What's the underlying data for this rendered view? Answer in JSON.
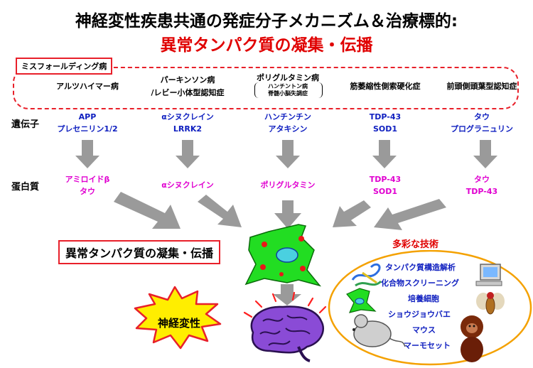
{
  "title": {
    "line1": "神経変性疾患共通の発症分子メカニズム＆治療標的:",
    "line2": "異常タンパク質の凝集・伝播"
  },
  "misfolding_label": "ミスフォールディング病",
  "diseases": [
    {
      "name": "アルツハイマー病",
      "name2": "",
      "sub1": "",
      "sub2": "",
      "genes": [
        "APP",
        "プレセニリン1/2"
      ],
      "proteins": [
        "アミロイドβ",
        "タウ"
      ]
    },
    {
      "name": "パーキンソン病",
      "name2": "/レビー小体型認知症",
      "sub1": "",
      "sub2": "",
      "genes": [
        "αシヌクレイン",
        "LRRK2"
      ],
      "proteins": [
        "αシヌクレイン",
        ""
      ]
    },
    {
      "name": "ポリグルタミン病",
      "name2": "",
      "sub1": "ハンチントン病",
      "sub2": "脊髄小脳失調症",
      "genes": [
        "ハンチンチン",
        "アタキシン"
      ],
      "proteins": [
        "ポリグルタミン",
        ""
      ]
    },
    {
      "name": "筋萎縮性側索硬化症",
      "name2": "",
      "sub1": "",
      "sub2": "",
      "genes": [
        "TDP-43",
        "SOD1"
      ],
      "proteins": [
        "TDP-43",
        "SOD1"
      ]
    },
    {
      "name": "前頭側頭葉型認知症",
      "name2": "",
      "sub1": "",
      "sub2": "",
      "genes": [
        "タウ",
        "プログラニュリン"
      ],
      "proteins": [
        "タウ",
        "TDP-43"
      ]
    }
  ],
  "row_labels": {
    "genes": "遺伝子",
    "proteins": "蛋白質"
  },
  "aggregation_label": "異常タンパク質の凝集・伝播",
  "neuro_label": "神経変性",
  "technologies": {
    "heading": "多彩な技術",
    "items": [
      "タンパク質構造解析",
      "化合物スクリーニング",
      "培養細胞",
      "ショウジョウバエ",
      "マウス",
      "マーモセット"
    ]
  },
  "colors": {
    "title_red": "#e00000",
    "gene_blue": "#1020c0",
    "protein_magenta": "#e000d0",
    "cell_green": "#22dd22",
    "burst_yellow": "#ffee00",
    "brain_purple": "#8a4bd6",
    "oval_orange": "#f4a100",
    "arrow_gray": "#9a9a9a"
  }
}
